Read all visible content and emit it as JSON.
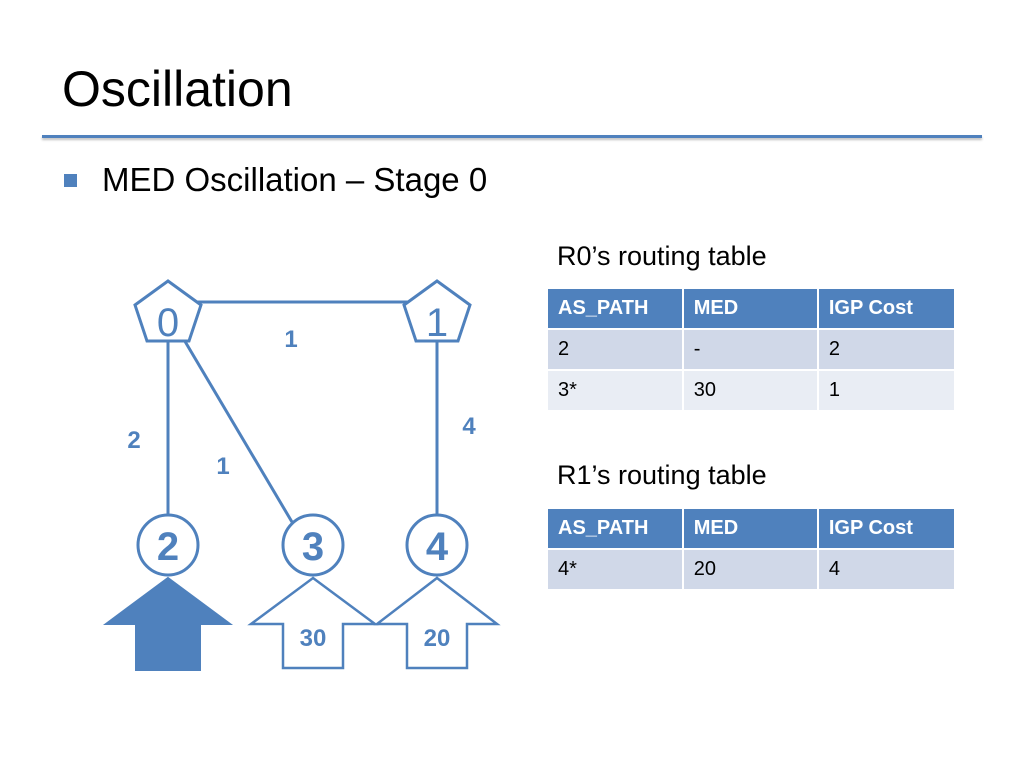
{
  "slide": {
    "title": "Oscillation",
    "bullet": "MED Oscillation – Stage 0"
  },
  "diagram": {
    "nodes": [
      {
        "id": "0",
        "shape": "pentagon"
      },
      {
        "id": "1",
        "shape": "pentagon"
      },
      {
        "id": "2",
        "shape": "circle"
      },
      {
        "id": "3",
        "shape": "circle"
      },
      {
        "id": "4",
        "shape": "circle"
      }
    ],
    "edges": [
      {
        "from": "0",
        "to": "1",
        "cost": "1"
      },
      {
        "from": "0",
        "to": "2",
        "cost": "2"
      },
      {
        "from": "0",
        "to": "3",
        "cost": "1"
      },
      {
        "from": "1",
        "to": "4",
        "cost": "4"
      }
    ],
    "arrows": [
      {
        "node": "2",
        "label": "",
        "filled": true
      },
      {
        "node": "3",
        "label": "30",
        "filled": false
      },
      {
        "node": "4",
        "label": "20",
        "filled": false
      }
    ]
  },
  "tables": [
    {
      "caption": "R0’s routing table",
      "headers": [
        "AS_PATH",
        "MED",
        "IGP Cost"
      ],
      "rows": [
        [
          "2",
          "-",
          "2"
        ],
        [
          "3*",
          "30",
          "1"
        ]
      ]
    },
    {
      "caption": "R1’s routing table",
      "headers": [
        "AS_PATH",
        "MED",
        "IGP Cost"
      ],
      "rows": [
        [
          "4*",
          "20",
          "4"
        ]
      ]
    }
  ],
  "colors": {
    "accent": "#4F81BD",
    "row_dark": "#D0D8E8",
    "row_light": "#E9EDF4"
  }
}
